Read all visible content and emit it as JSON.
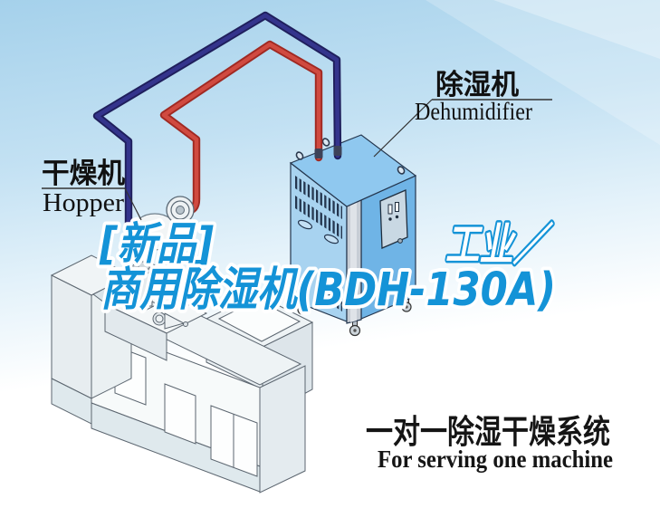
{
  "illustration": {
    "labels": {
      "hopper": {
        "zh": "干燥机",
        "en": "Hopper"
      },
      "dehumidifier": {
        "zh": "除湿机",
        "en": "Dehumidifier"
      }
    },
    "overlay": {
      "line1_left": "[新品]",
      "line1_right": "工业／",
      "line2": "商用除湿机(BDH-130A)"
    },
    "caption": {
      "zh": "一对一除湿干燥系统",
      "en": "For serving one machine"
    },
    "colors": {
      "overlay_blue": "#1493d7",
      "pipe_red": "#d04a40",
      "pipe_navy": "#34348c",
      "dehumidifier_left_face": "#a8d3f0",
      "dehumidifier_right_face": "#6fb4e6",
      "dehumidifier_top_face": "#8fc8ef",
      "sky_top": "#a5d1eb",
      "label_text": "#111111"
    }
  }
}
